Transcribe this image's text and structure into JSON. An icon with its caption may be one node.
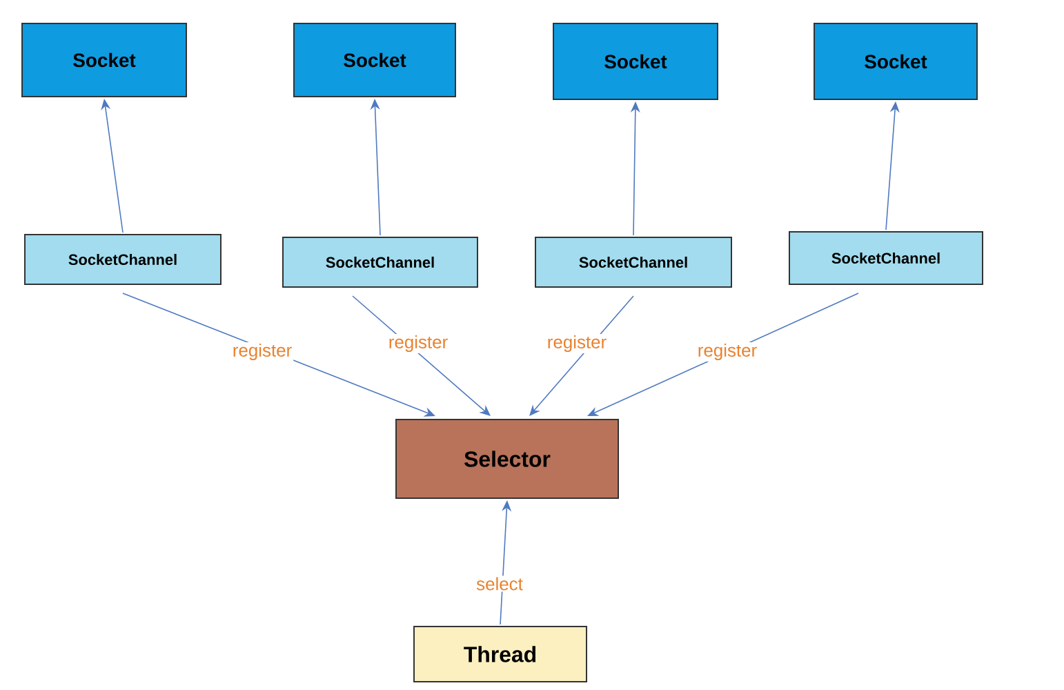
{
  "diagram": {
    "nodes": [
      {
        "text": [
          "Socket"
        ]
      },
      {
        "text": [
          "Socket"
        ]
      },
      {
        "text": [
          "Socket"
        ]
      },
      {
        "text": [
          "Socket"
        ]
      },
      {
        "text": [
          "SocketChannel"
        ]
      },
      {
        "text": [
          "SocketChannel"
        ]
      },
      {
        "text": [
          "SocketChannel"
        ]
      },
      {
        "text": [
          "SocketChannel"
        ]
      },
      {
        "text": [
          "Selector"
        ]
      },
      {
        "text": [
          "Thread"
        ]
      }
    ],
    "edges": [
      {
        "from": 4,
        "to": 0,
        "arrow": "to"
      },
      {
        "from": 5,
        "to": 1,
        "arrow": "to"
      },
      {
        "from": 6,
        "to": 2,
        "arrow": "to"
      },
      {
        "from": 7,
        "to": 3,
        "arrow": "to"
      },
      {
        "from": 4,
        "to": 8,
        "arrow": "to",
        "label": "register"
      },
      {
        "from": 5,
        "to": 8,
        "arrow": "to",
        "label": "register"
      },
      {
        "from": 6,
        "to": 8,
        "arrow": "to",
        "label": "register"
      },
      {
        "from": 7,
        "to": 8,
        "arrow": "to",
        "label": "register"
      },
      {
        "from": 9,
        "to": 8,
        "arrow": "to",
        "label": "select"
      }
    ]
  }
}
